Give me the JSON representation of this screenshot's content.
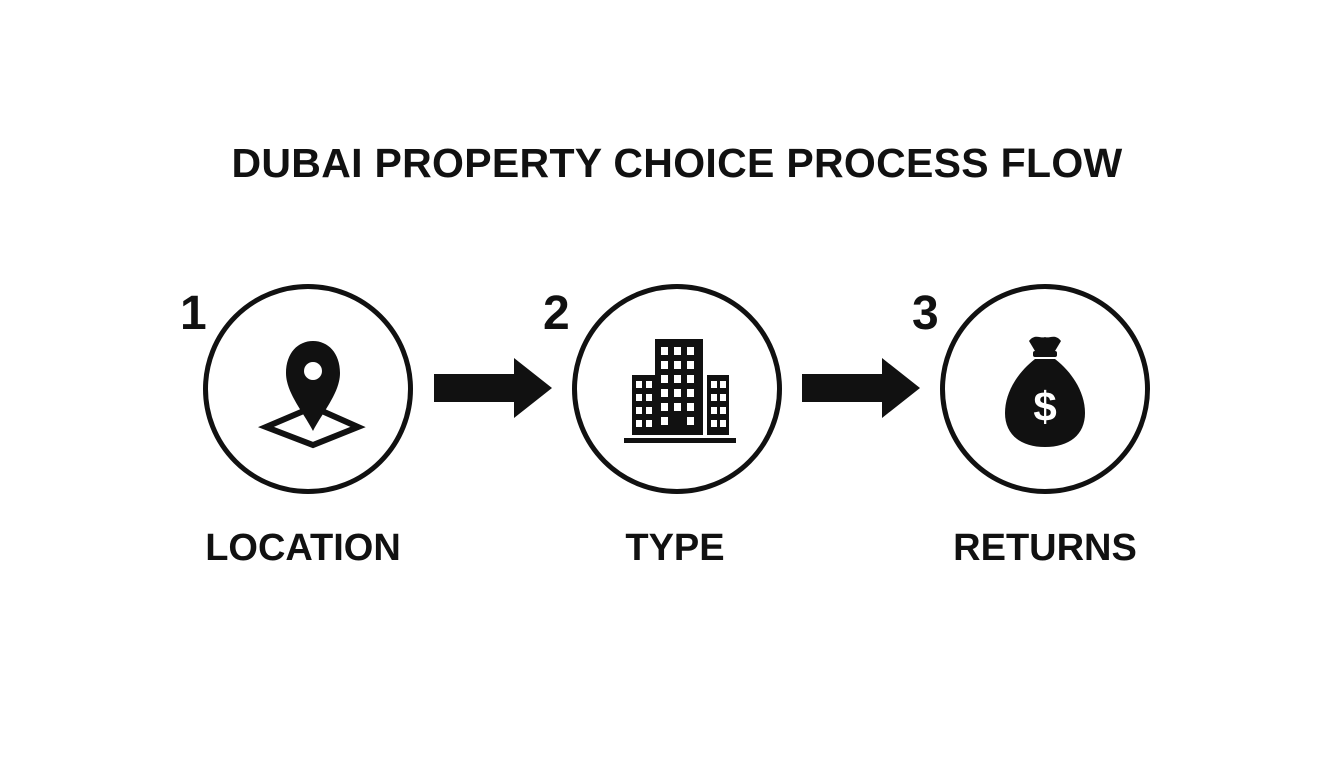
{
  "title": "DUBAI PROPERTY CHOICE PROCESS FLOW",
  "steps": [
    {
      "number": "1",
      "label": "LOCATION",
      "icon": "map-pin-icon"
    },
    {
      "number": "2",
      "label": "TYPE",
      "icon": "building-icon"
    },
    {
      "number": "3",
      "label": "RETURNS",
      "icon": "money-bag-icon"
    }
  ],
  "colors": {
    "ink": "#111111",
    "background": "#ffffff"
  }
}
